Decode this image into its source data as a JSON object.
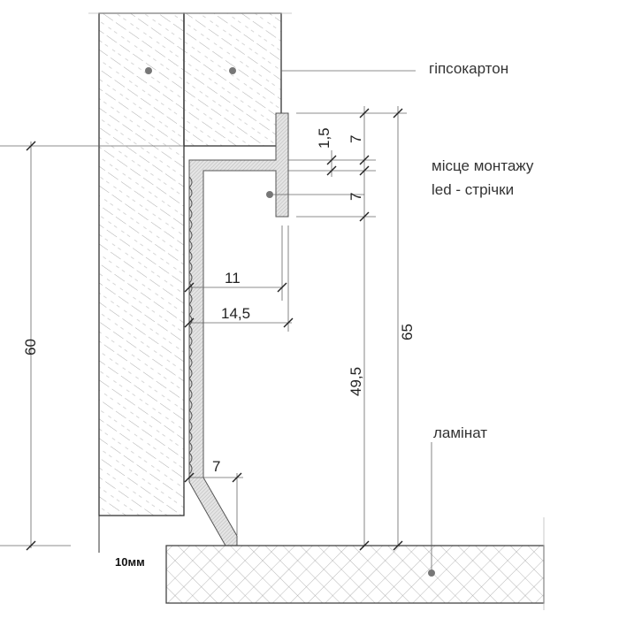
{
  "labels": {
    "drywall": "гіпсокартон",
    "led_mount_line1": "місце монтажу",
    "led_mount_line2": "led - стрічки",
    "laminate": "ламінат",
    "gap": "10мм"
  },
  "dimensions": {
    "flange_thickness": "1,5",
    "top_section": "7",
    "led_section": "7",
    "depth_inner": "11",
    "depth_outer": "14,5",
    "wall_height": "60",
    "total_height": "65",
    "lower_height": "49,5",
    "base_offset": "7"
  },
  "colors": {
    "line": "#333333",
    "hatch": "#888888",
    "dot": "#777777"
  }
}
